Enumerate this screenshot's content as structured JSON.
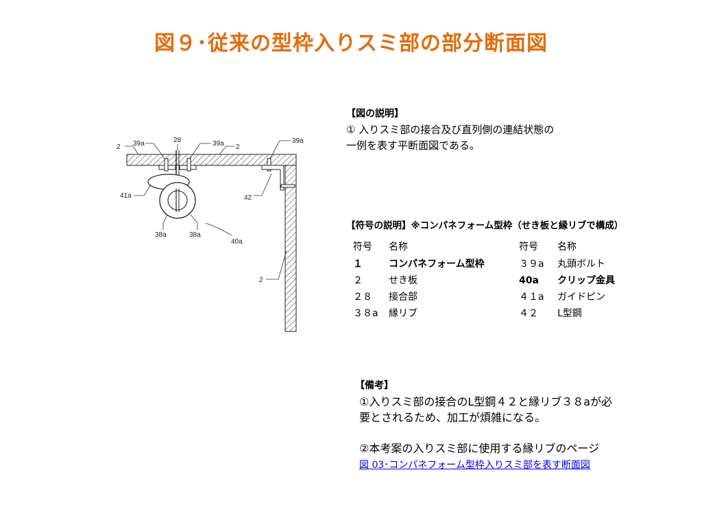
{
  "title": "図９･従来の型枠入りスミ部の部分断面図",
  "diagram": {
    "labels": {
      "l2a": "2",
      "l39a_1": "39a",
      "l28": "28",
      "l39a_2": "39a",
      "l2b": "2",
      "l39a_3": "39a",
      "l41a": "41a",
      "l42": "42",
      "l38a_1": "38a",
      "l38a_2": "38a",
      "l40a": "40a",
      "l2c": "2"
    }
  },
  "description": {
    "heading": "【図の説明】",
    "line1": "① 入りスミ部の接合及び直列側の連結状態の",
    "line2": "一例を表す平断面図である。"
  },
  "symbols": {
    "heading": "【符号の説明】※コンパネフォーム型枠（せき板と縁リブで構成）",
    "header": {
      "code1": "符号",
      "name1": "名称",
      "code2": "符号",
      "name2": "名称"
    },
    "rows": [
      {
        "code1": "１",
        "name1": "コンパネフォーム型枠",
        "code2": "３９a",
        "name2": "丸頭ボルト"
      },
      {
        "code1": "２",
        "name1": "せき板",
        "code2": "40a",
        "name2": "クリップ金具"
      },
      {
        "code1": "２８",
        "name1": "接合部",
        "code2": "４１a",
        "name2": "ガイドピン"
      },
      {
        "code1": "３８a",
        "name1": "縁リブ",
        "code2": "４２",
        "name2": "L型鋼"
      }
    ]
  },
  "notes": {
    "heading": "【備考】",
    "n1a": "①入りスミ部の接合のL型鋼４２と縁リブ３８aが必",
    "n1b": "要とされるため、加工が煩雑になる。",
    "n2": "②本考案の入りスミ部に使用する縁リブのページ",
    "link": "図 03･コンパネフォーム型枠入りスミ部を表す断面図"
  }
}
